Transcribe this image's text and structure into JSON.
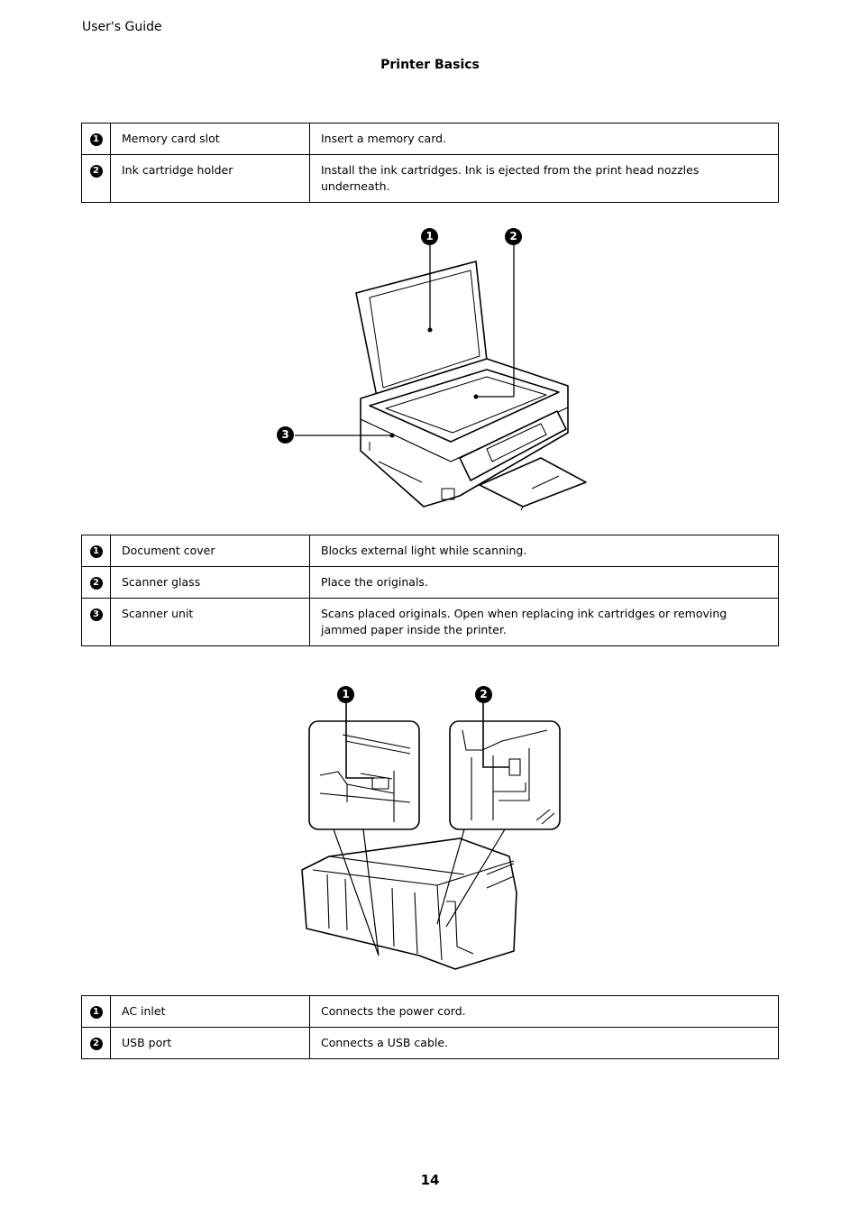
{
  "header": {
    "title": "User's Guide"
  },
  "section": {
    "title": "Printer Basics"
  },
  "table1": {
    "rows": [
      {
        "num": "1",
        "name": "Memory card slot",
        "desc": "Insert a memory card."
      },
      {
        "num": "2",
        "name": "Ink cartridge holder",
        "desc": "Install the ink cartridges. Ink is ejected from the print head nozzles underneath."
      }
    ]
  },
  "figure1": {
    "callouts": [
      "1",
      "2",
      "3"
    ]
  },
  "table2": {
    "rows": [
      {
        "num": "1",
        "name": "Document cover",
        "desc": "Blocks external light while scanning."
      },
      {
        "num": "2",
        "name": "Scanner glass",
        "desc": "Place the originals."
      },
      {
        "num": "3",
        "name": "Scanner unit",
        "desc": "Scans placed originals. Open when replacing ink cartridges or removing jammed paper inside the printer."
      }
    ]
  },
  "figure2": {
    "callouts": [
      "1",
      "2"
    ]
  },
  "table3": {
    "rows": [
      {
        "num": "1",
        "name": "AC inlet",
        "desc": "Connects the power cord."
      },
      {
        "num": "2",
        "name": "USB port",
        "desc": "Connects a USB cable."
      }
    ]
  },
  "footer": {
    "page_number": "14"
  }
}
